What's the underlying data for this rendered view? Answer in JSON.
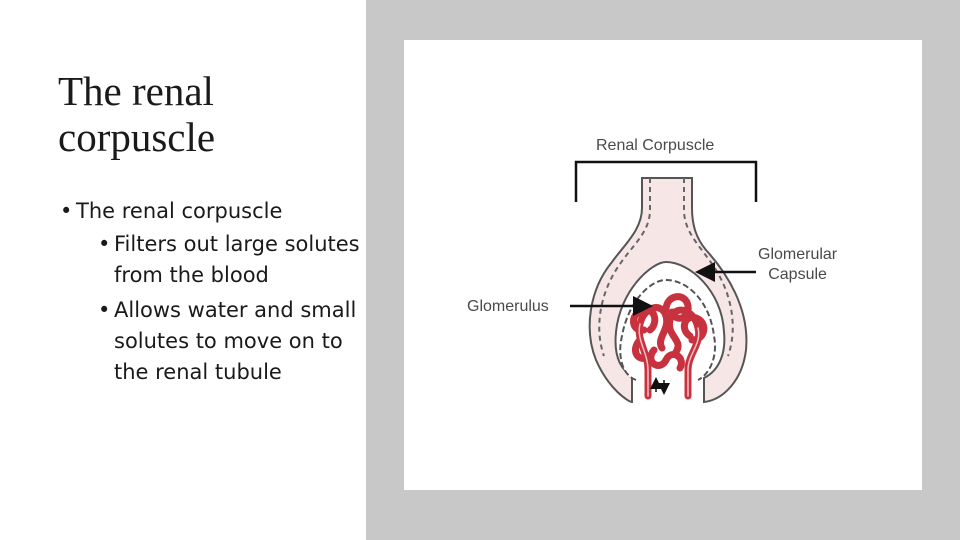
{
  "slide": {
    "title_line1": "The renal",
    "title_line2": "corpuscle",
    "bullet_main": "The renal corpuscle",
    "sub_bullets": [
      "Filters out large solutes from the blood",
      "Allows water and small solutes to move on to the renal tubule"
    ]
  },
  "diagram": {
    "label_renal_corpuscle": "Renal Corpuscle",
    "label_glomerular_line1": "Glomerular",
    "label_glomerular_line2": "Capsule",
    "label_glomerulus": "Glomerulus"
  },
  "colors": {
    "right_panel_bg": "#c8c8c8",
    "capsule_fill": "#f6e6e6",
    "vessel_red": "#c8323f"
  }
}
